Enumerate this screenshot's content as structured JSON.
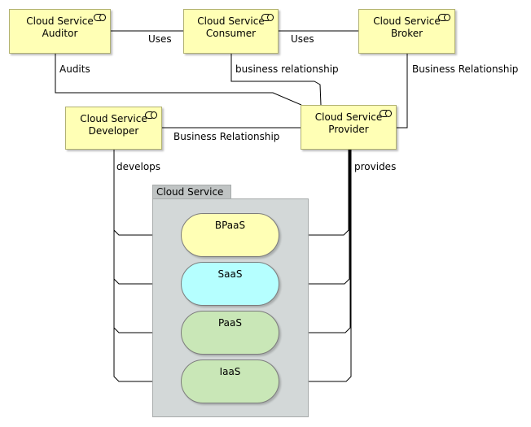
{
  "roles": {
    "auditor": {
      "line1": "Cloud Service",
      "line2": "Auditor"
    },
    "consumer": {
      "line1": "Cloud Service",
      "line2": "Consumer"
    },
    "broker": {
      "line1": "Cloud Service",
      "line2": "Broker"
    },
    "developer": {
      "line1": "Cloud Service",
      "line2": "Developer"
    },
    "provider": {
      "line1": "Cloud Service",
      "line2": "Provider"
    }
  },
  "relations": {
    "auditor_consumer": "Uses",
    "consumer_broker": "Uses",
    "auditor_provider": "Audits",
    "consumer_provider": "business relationship",
    "broker_provider": "Business Relationship",
    "developer_provider": "Business Relationship",
    "developer_services": "develops",
    "provider_services": "provides"
  },
  "group": {
    "title": "Cloud Service"
  },
  "services": [
    {
      "label": "BPaaS",
      "color": "#ffffb5"
    },
    {
      "label": "SaaS",
      "color": "#b5ffff"
    },
    {
      "label": "PaaS",
      "color": "#c9e7b7"
    },
    {
      "label": "IaaS",
      "color": "#c9e7b7"
    }
  ],
  "colors": {
    "role_fill": "#ffffb5",
    "group_fill": "#d3d8d8"
  },
  "icons": {
    "role_icon": "business-role-icon"
  }
}
